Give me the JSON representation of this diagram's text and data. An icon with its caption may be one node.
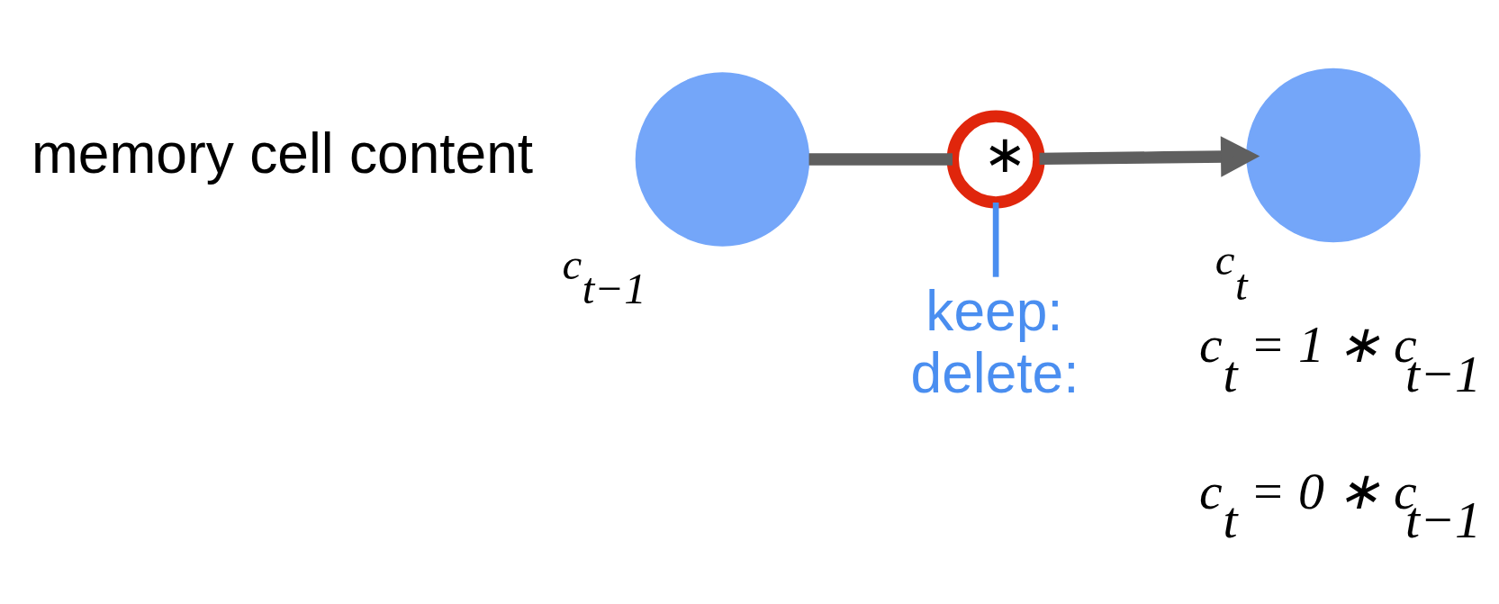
{
  "diagram": {
    "nodes": [
      {
        "text": [
          "c$_{t−1}$"
        ]
      },
      {
        "text": [
          "∗"
        ]
      },
      {
        "text": [
          "c$_{t}$"
        ]
      },
      {
        "text": [
          "keep:",
          "delete:"
        ]
      }
    ],
    "edges": [
      {
        "from": 0,
        "to": 1,
        "arrow": "none"
      },
      {
        "from": 1,
        "to": 2,
        "arrow": "to"
      },
      {
        "from": 1,
        "to": 3,
        "arrow": "none",
        "color": "#4a8ef0"
      }
    ],
    "labels": [
      "memory cell content",
      "c$_{t}$ = 1 ∗ c$_{t−1}$",
      "c$_{t}$ = 0 ∗ c$_{t−1}$"
    ]
  }
}
